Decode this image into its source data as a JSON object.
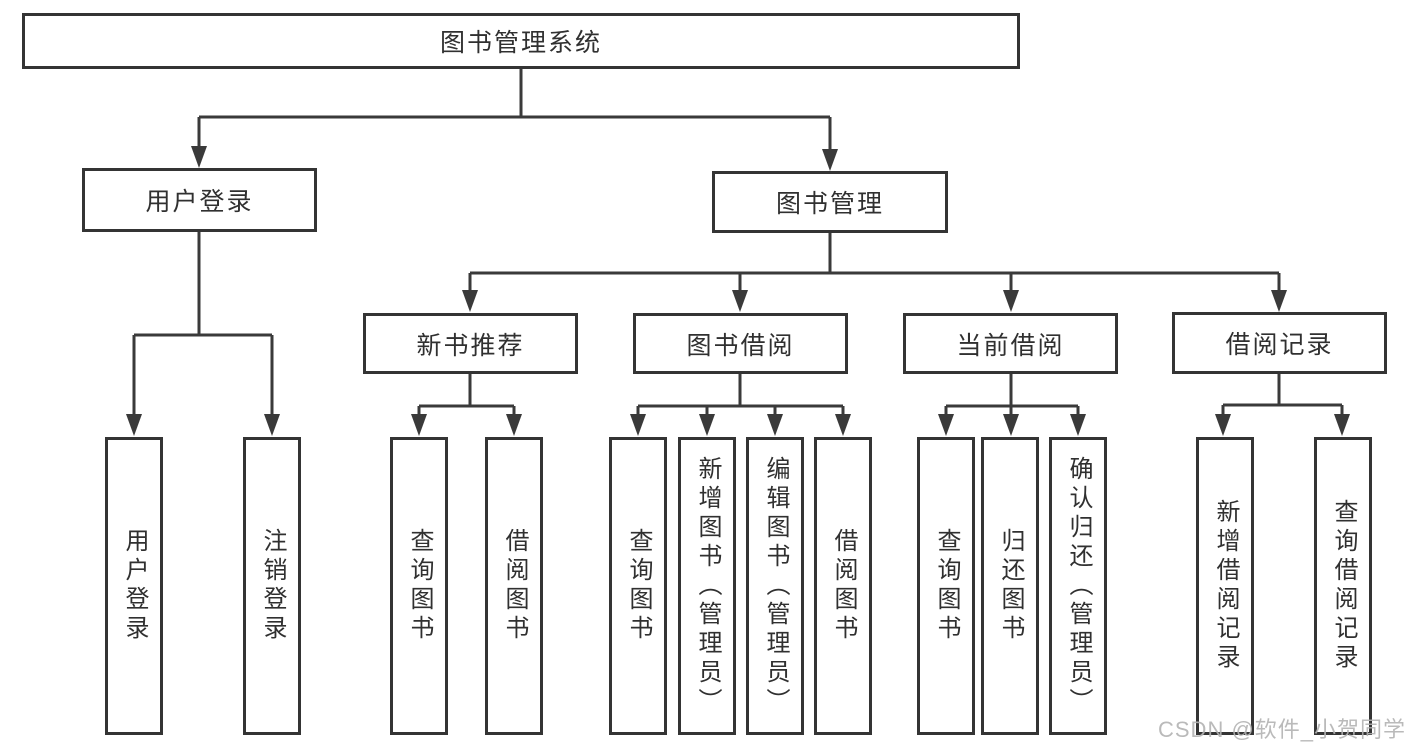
{
  "diagram": {
    "root": {
      "label": "图书管理系统"
    },
    "user_login": {
      "label": "用户登录",
      "children": [
        {
          "label": "用户登录"
        },
        {
          "label": "注销登录"
        }
      ]
    },
    "book_management": {
      "label": "图书管理",
      "groups": [
        {
          "label": "新书推荐",
          "children": [
            {
              "label": "查询图书"
            },
            {
              "label": "借阅图书"
            }
          ]
        },
        {
          "label": "图书借阅",
          "children": [
            {
              "label": "查询图书"
            },
            {
              "label": "新增图书（管理员）"
            },
            {
              "label": "编辑图书（管理员）"
            },
            {
              "label": "借阅图书"
            }
          ]
        },
        {
          "label": "当前借阅",
          "children": [
            {
              "label": "查询图书"
            },
            {
              "label": "归还图书"
            },
            {
              "label": "确认归还（管理员）"
            }
          ]
        },
        {
          "label": "借阅记录",
          "children": [
            {
              "label": "新增借阅记录"
            },
            {
              "label": "查询借阅记录"
            }
          ]
        }
      ]
    },
    "line_color": "#3a3a3a",
    "box_border_color": "#343434",
    "box_background": "#ffffff",
    "text_color": "#303030"
  },
  "watermark": {
    "text": "CSDN @软件_小贺同学",
    "color": "#b3b3b3"
  }
}
